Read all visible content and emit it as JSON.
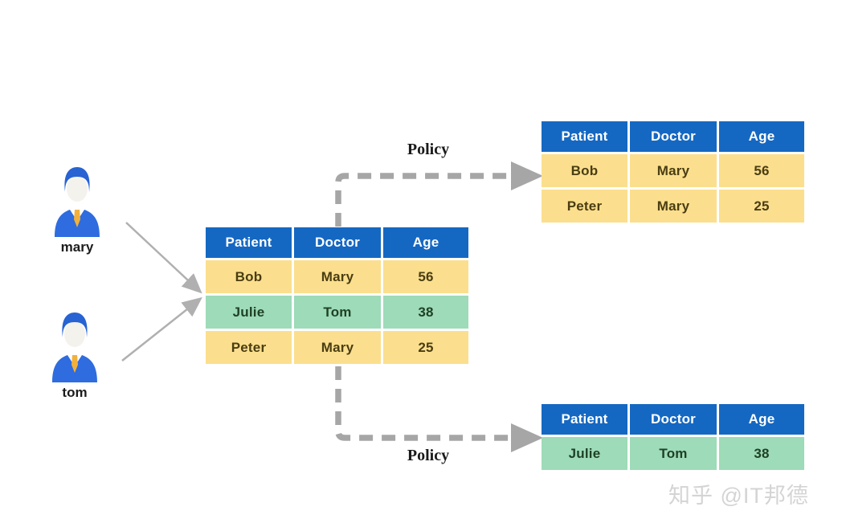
{
  "colors": {
    "background": "#ffffff",
    "header_blue": "#1568c2",
    "row_yellow": "#fbdf8e",
    "row_green": "#9edbb8",
    "header_text": "#ffffff",
    "yellow_text": "#4a3d12",
    "green_text": "#1e4125",
    "arrow_gray": "#a6a6a6",
    "thin_arrow_gray": "#b0b0b0",
    "person_blue": "#2e6cdf",
    "person_hair": "#2763d2",
    "person_face": "#f4f2ec",
    "tie_yellow": "#f2b13d",
    "label_text": "#1c1c1c",
    "policy_text": "#1a1a1a",
    "watermark_gray": "#d4d4d4"
  },
  "people": [
    {
      "label": "mary"
    },
    {
      "label": "tom"
    }
  ],
  "labels": {
    "policy_top": "Policy",
    "policy_bottom": "Policy"
  },
  "tables": {
    "columns": [
      "Patient",
      "Doctor",
      "Age"
    ],
    "main": {
      "rows": [
        {
          "cells": [
            "Bob",
            "Mary",
            "56"
          ],
          "color": "yellow"
        },
        {
          "cells": [
            "Julie",
            "Tom",
            "38"
          ],
          "color": "green"
        },
        {
          "cells": [
            "Peter",
            "Mary",
            "25"
          ],
          "color": "yellow"
        }
      ]
    },
    "top_right": {
      "rows": [
        {
          "cells": [
            "Bob",
            "Mary",
            "56"
          ],
          "color": "yellow"
        },
        {
          "cells": [
            "Peter",
            "Mary",
            "25"
          ],
          "color": "yellow"
        }
      ]
    },
    "bottom_right": {
      "rows": [
        {
          "cells": [
            "Julie",
            "Tom",
            "38"
          ],
          "color": "green"
        }
      ]
    }
  },
  "watermark": {
    "text": "知乎 @IT邦德"
  }
}
